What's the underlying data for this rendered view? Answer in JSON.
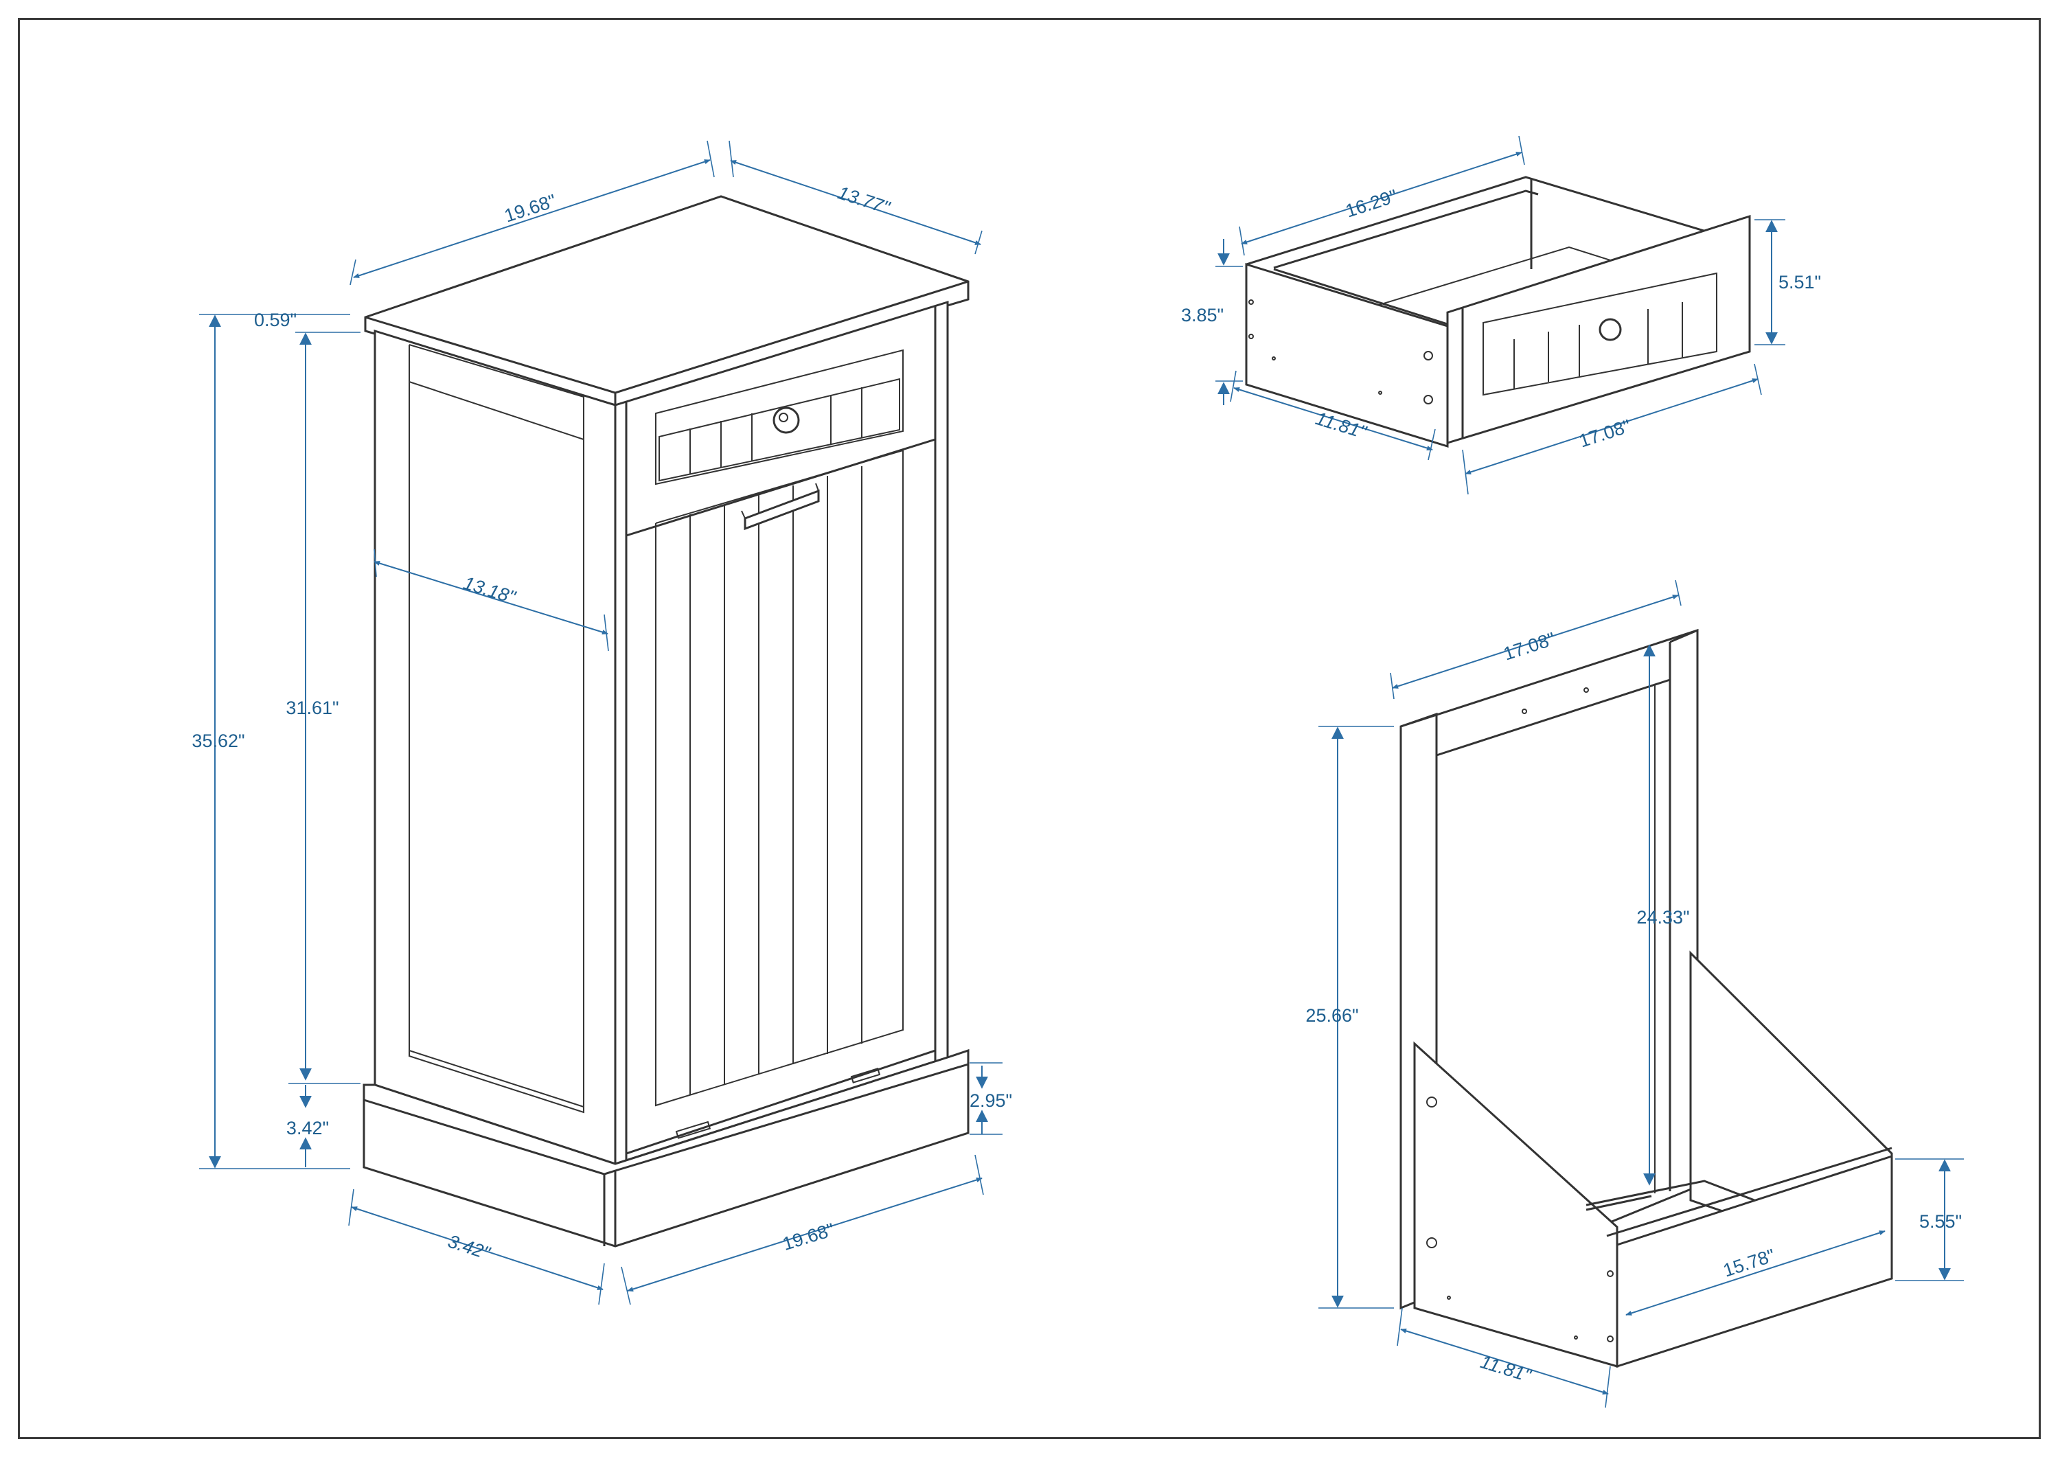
{
  "dimensions": {
    "cabinet": {
      "top_width": "19.68\"",
      "top_depth": "13.77\"",
      "total_height": "35.62\"",
      "top_thickness": "0.59\"",
      "body_height": "31.61\"",
      "base_height": "3.42\"",
      "side_depth": "13.18\"",
      "door_gap": "2.95\"",
      "base_depth": "3.42\"",
      "base_width": "19.68\""
    },
    "drawer": {
      "length": "16.29\"",
      "side_height": "3.85\"",
      "front_height": "5.51\"",
      "depth": "11.81\"",
      "front_width": "17.08\""
    },
    "tilt_bin": {
      "width": "17.08\"",
      "frame_height": "25.66\"",
      "inner_height": "24.33\"",
      "bin_height": "5.55\"",
      "bin_width": "15.78\"",
      "depth": "11.81\""
    }
  },
  "colors": {
    "line": "#333333",
    "dimension": "#2d6fa6",
    "dimension_text": "#1f5f8f",
    "frame": "#3a3a3a"
  }
}
